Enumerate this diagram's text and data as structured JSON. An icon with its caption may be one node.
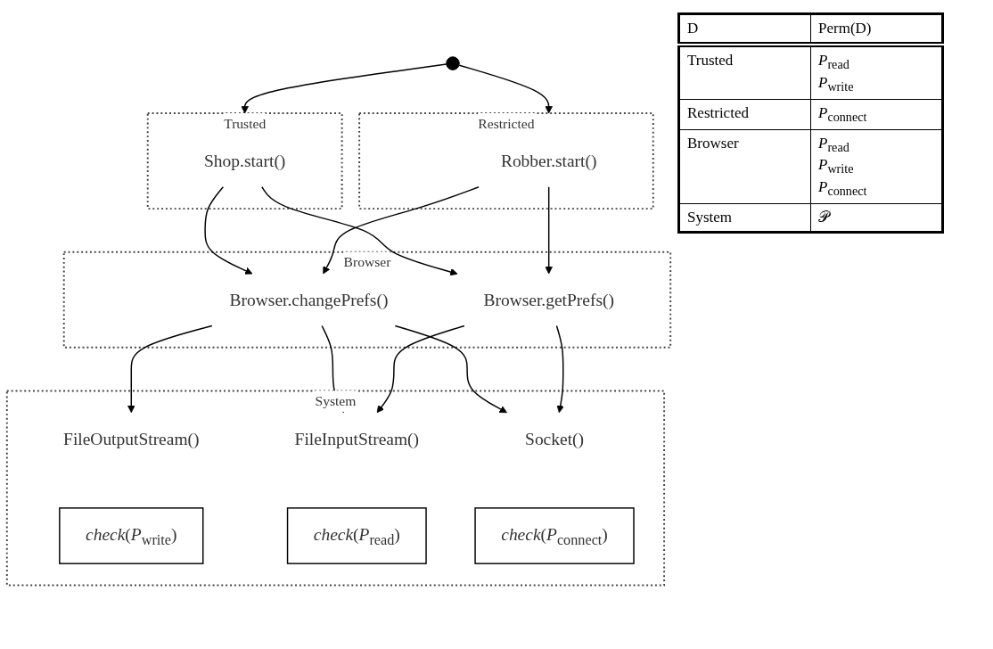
{
  "diagram": {
    "nodes": [
      {
        "text": [],
        "shape": "circle"
      },
      {
        "text": [
          "Trusted"
        ]
      },
      {
        "text": [
          "Shop.start()"
        ],
        "in": 1
      },
      {
        "text": [
          "Restricted"
        ]
      },
      {
        "text": [
          "Robber.start()"
        ],
        "in": 3
      },
      {
        "text": [
          "Browser"
        ]
      },
      {
        "text": [
          "Browser.changePrefs()"
        ],
        "in": 5
      },
      {
        "text": [
          "Browser.getPrefs()"
        ],
        "in": 5
      },
      {
        "text": [
          "System"
        ]
      },
      {
        "text": [
          "FileOutputStream()"
        ],
        "in": 8
      },
      {
        "text": [
          "*check*(*P*$_{write}$)"
        ],
        "in": 8
      },
      {
        "text": [
          "FileInputStream()"
        ],
        "in": 8
      },
      {
        "text": [
          "*check*(*P*$_{read}$)"
        ],
        "in": 8
      },
      {
        "text": [
          "Socket()"
        ],
        "in": 8
      },
      {
        "text": [
          "*check*(*P*$_{connect}$)"
        ],
        "in": 8
      }
    ],
    "edges": [
      {
        "from": 0,
        "to": 1,
        "arrow": "to"
      },
      {
        "from": 0,
        "to": 3,
        "arrow": "to"
      },
      {
        "from": 2,
        "to": 6,
        "arrow": "to"
      },
      {
        "from": 2,
        "to": 7,
        "arrow": "to"
      },
      {
        "from": 4,
        "to": 6,
        "arrow": "to"
      },
      {
        "from": 4,
        "to": 7,
        "arrow": "to"
      },
      {
        "from": 6,
        "to": 9,
        "arrow": "to"
      },
      {
        "from": 6,
        "to": 11,
        "arrow": "to"
      },
      {
        "from": 6,
        "to": 13,
        "arrow": "to"
      },
      {
        "from": 7,
        "to": 11,
        "arrow": "to"
      },
      {
        "from": 7,
        "to": 13,
        "arrow": "to"
      }
    ],
    "labels": [
      "D",
      "Perm(D)",
      "Trusted",
      "*P*$_{read}$",
      "*P*$_{write}$",
      "Restricted",
      "*P*$_{connect}$",
      "Browser",
      "*P*$_{read}$",
      "*P*$_{write}$",
      "*P*$_{connect}$",
      "System",
      "𝒫"
    ]
  }
}
